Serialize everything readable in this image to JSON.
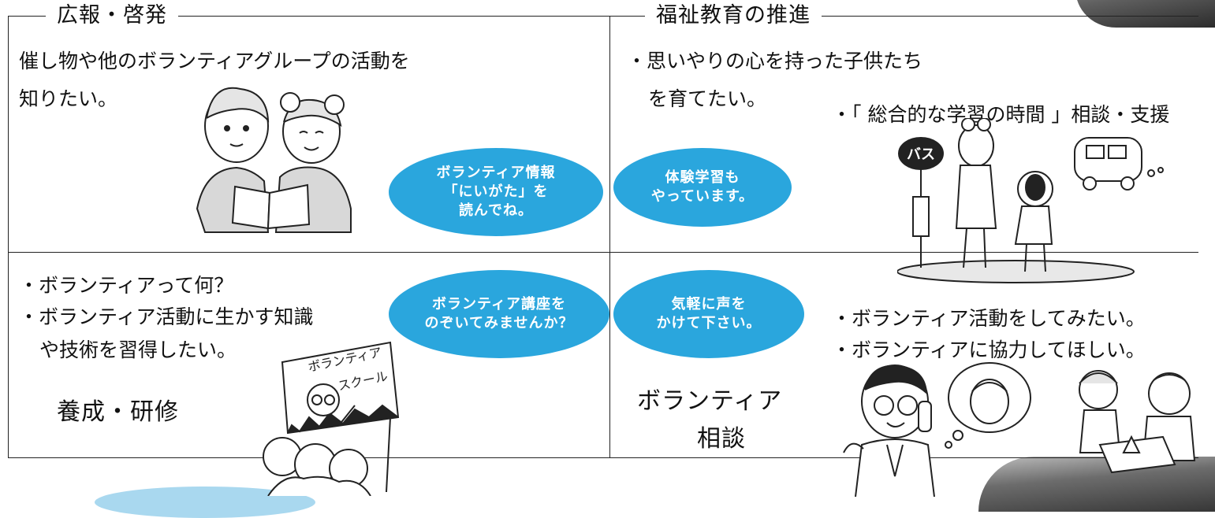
{
  "sections": {
    "top_left": {
      "title": "広報・啓発",
      "line1": "催し物や他のボランティアグループの活動を",
      "line2": "知りたい。"
    },
    "top_right": {
      "title": "福祉教育の推進",
      "item1_line1": "・思いやりの心を持った子供たち",
      "item1_line2": "を育てたい。",
      "item2": "・「 総合的な学習の時間 」相談・支援"
    },
    "bottom_left": {
      "item1": "・ボランティアって何？",
      "item2_line1": "・ボランティア活動に生かす知識",
      "item2_line2": "や技術を習得したい。",
      "label": "養成・研修"
    },
    "bottom_right": {
      "item1": "・ボランティア活動をしてみたい。",
      "item2": "・ボランティアに協力してほしい。",
      "label_line1": "ボランティア",
      "label_line2": "相談"
    }
  },
  "bubbles": {
    "info": "ボランティア情報\n「にいがた」を\n読んでね。",
    "experience": "体験学習も\nやっています。",
    "course": "ボランティア講座を\nのぞいてみませんか？",
    "consult": "気軽に声を\nかけて下さい。"
  },
  "illustrations": {
    "bus_stop_sign": "バス",
    "school_board_line1": "ボランティア",
    "school_board_line2": "スクール"
  },
  "colors": {
    "bubble": "#2aa6dd",
    "frame": "#222222",
    "band": "#a9d8ef"
  }
}
